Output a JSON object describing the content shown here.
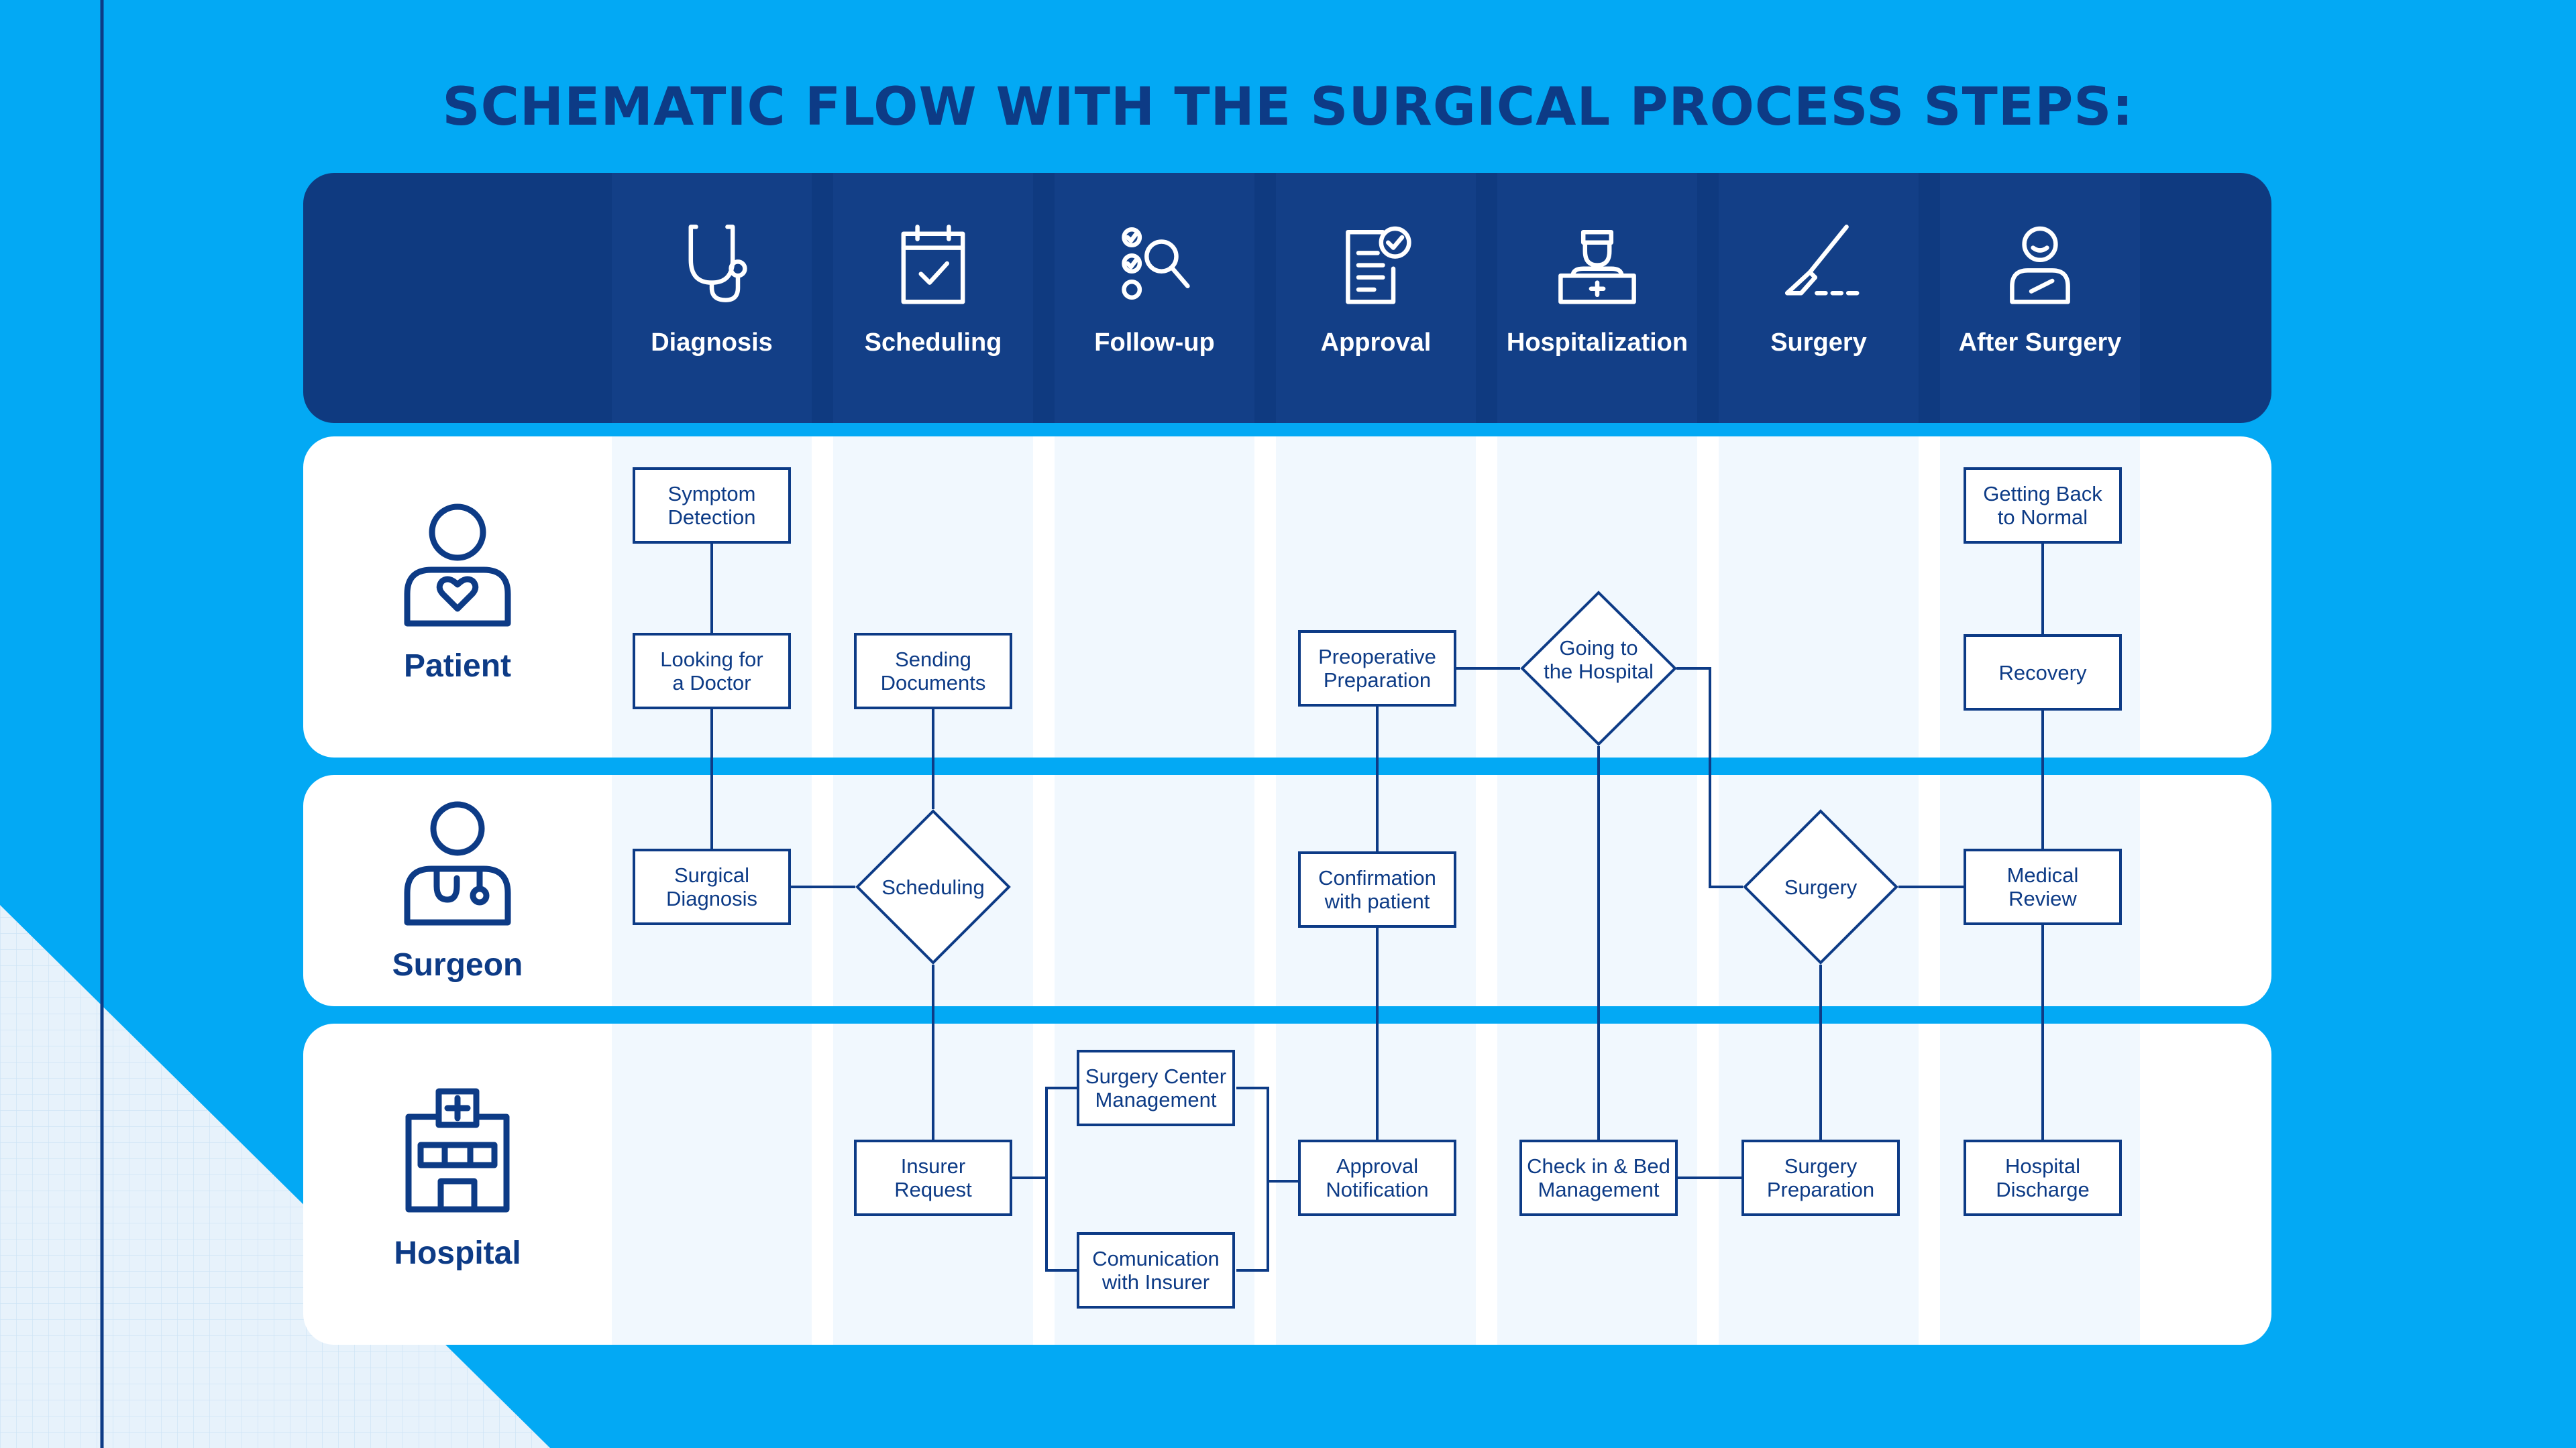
{
  "title": "SCHEMATIC FLOW WITH THE SURGICAL PROCESS STEPS:",
  "colors": {
    "background": "#03a9f4",
    "title": "#0d3b86",
    "header_band": "#0f3a80",
    "lane_background": "#ffffff",
    "column_tint": "#f1f8fe",
    "node_stroke": "#0d3b86"
  },
  "steps": [
    {
      "label": "Diagnosis",
      "icon": "stethoscope-icon"
    },
    {
      "label": "Scheduling",
      "icon": "calendar-check-icon"
    },
    {
      "label": "Follow-up",
      "icon": "checklist-search-icon"
    },
    {
      "label": "Approval",
      "icon": "document-approved-icon"
    },
    {
      "label": "Hospitalization",
      "icon": "nurse-desk-icon"
    },
    {
      "label": "Surgery",
      "icon": "scalpel-icon"
    },
    {
      "label": "After Surgery",
      "icon": "recovering-patient-icon"
    }
  ],
  "lanes": [
    {
      "label": "Patient",
      "icon": "patient-heart-icon"
    },
    {
      "label": "Surgeon",
      "icon": "surgeon-stethoscope-icon"
    },
    {
      "label": "Hospital",
      "icon": "hospital-building-icon"
    }
  ],
  "nodes": {
    "symptom_detection": "Symptom\nDetection",
    "looking_for_doctor": "Looking for\na Doctor",
    "sending_documents": "Sending\nDocuments",
    "preoperative_preparation": "Preoperative\nPreparation",
    "going_to_hospital": "Going to\nthe Hospital",
    "getting_back_to_normal": "Getting Back\nto Normal",
    "recovery": "Recovery",
    "surgical_diagnosis": "Surgical\nDiagnosis",
    "scheduling_decision": "Scheduling",
    "confirmation_with_patient": "Confirmation\nwith patient",
    "surgery_decision": "Surgery",
    "medical_review": "Medical\nReview",
    "insurer_request": "Insurer\nRequest",
    "surgery_center_management": "Surgery Center\nManagement",
    "comunication_with_insurer": "Comunication\nwith Insurer",
    "approval_notification": "Approval\nNotification",
    "check_in_bed_management": "Check in & Bed\nManagement",
    "surgery_preparation": "Surgery\nPreparation",
    "hospital_discharge": "Hospital\nDischarge"
  }
}
